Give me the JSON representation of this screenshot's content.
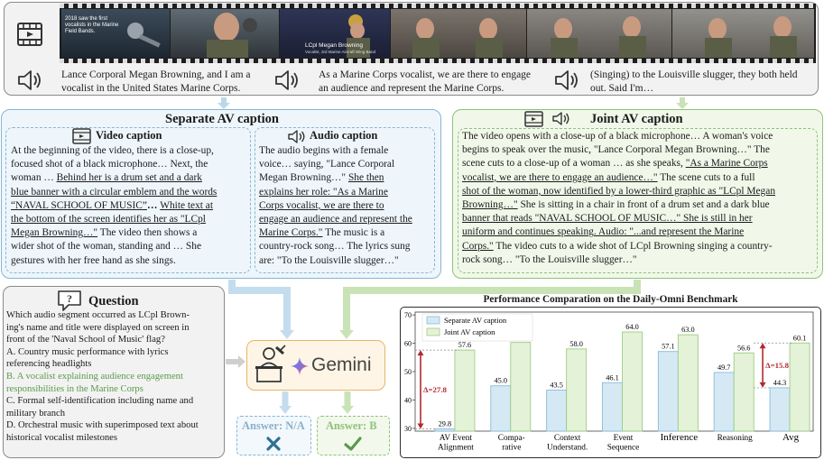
{
  "top": {
    "subtitles": [
      "Lance Corporal Megan Browning, and I am a vocalist in the United States Marine Corps.",
      "As a Marine Corps vocalist, we are there to engage an audience and represent the Marine Corps.",
      "(Singing) to the Louisville slugger, they both held out. Said I'm…"
    ],
    "frame_overlay_1": "2018 saw the first vocalists in the Marine Field Bands.",
    "frame_overlay_2_name": "LCpl Megan Browning",
    "frame_overlay_2_sub": "Vocalist, 3rd Marine Aircraft Wing Band"
  },
  "separate": {
    "title": "Separate AV caption",
    "video_title": "Video caption",
    "audio_title": "Audio caption",
    "video_lines": [
      [
        {
          "t": "At the beginning of the video, there is a close-up,"
        }
      ],
      [
        {
          "t": "focused shot of a black microphone… Next, the"
        }
      ],
      [
        {
          "t": "woman … "
        },
        {
          "t": "Behind her is a drum set and a dark",
          "u": true
        }
      ],
      [
        {
          "t": "blue banner with a circular emblem and the words",
          "u": true
        }
      ],
      [
        {
          "t": "“NAVAL SCHOOL OF MUSIC”",
          "u": true
        },
        {
          "t": "… ",
          "b": true
        },
        {
          "t": "White text at",
          "u": true
        }
      ],
      [
        {
          "t": "the bottom of the screen identifies her as \"LCpl",
          "u": true
        }
      ],
      [
        {
          "t": "Megan Browning…\"",
          "u": true
        },
        {
          "t": " The video then shows a"
        }
      ],
      [
        {
          "t": "wider shot of the woman, standing and … She"
        }
      ],
      [
        {
          "t": "gestures with her free hand as she sings."
        }
      ]
    ],
    "audio_lines": [
      [
        {
          "t": "The audio begins with a female"
        }
      ],
      [
        {
          "t": "voice… saying, \"Lance Corporal"
        }
      ],
      [
        {
          "t": "Megan Browning…\" "
        },
        {
          "t": "She then",
          "u": true
        }
      ],
      [
        {
          "t": "explains her role: \"As a Marine",
          "u": true
        }
      ],
      [
        {
          "t": "Corps vocalist, we are there to",
          "u": true
        }
      ],
      [
        {
          "t": "engage an audience and represent the",
          "u": true
        }
      ],
      [
        {
          "t": "Marine Corps.\"",
          "u": true
        },
        {
          "t": " The music is a"
        }
      ],
      [
        {
          "t": "country-rock song… The lyrics sung"
        }
      ],
      [
        {
          "t": "are: \"To the Louisville slugger…\""
        }
      ]
    ]
  },
  "joint": {
    "title": "Joint AV caption",
    "lines": [
      [
        {
          "t": "The video opens with a close-up of a black microphone… A woman's voice"
        }
      ],
      [
        {
          "t": "begins to speak over the music, \"Lance Corporal Megan Browning…\" The"
        }
      ],
      [
        {
          "t": "scene cuts to a close-up of a woman … as she speaks, "
        },
        {
          "t": "\"As a Marine Corps",
          "u": true
        }
      ],
      [
        {
          "t": "vocalist, we are there to engage an audience…\"",
          "u": true
        },
        {
          "t": " The scene cuts to a full"
        }
      ],
      [
        {
          "t": "shot of the woman, now identified by a lower-third graphic as \"LCpl Megan",
          "u": true
        }
      ],
      [
        {
          "t": "Browning…\"",
          "u": true
        },
        {
          "t": " She is sitting in a chair in front of a drum set and a dark blue"
        }
      ],
      [
        {
          "t": "banner that reads \"NAVAL SCHOOL OF MUSIC…\" She is still in her",
          "u": true
        }
      ],
      [
        {
          "t": "uniform and continues speaking. Audio: \"...and represent the Marine",
          "u": true
        }
      ],
      [
        {
          "t": "Corps.\"",
          "u": true
        },
        {
          "t": " The video cuts to a wide shot of LCpl Browning singing a country-"
        }
      ],
      [
        {
          "t": "rock song… \"To the Louisville slugger…\""
        }
      ]
    ]
  },
  "question": {
    "title": "Question",
    "lines": [
      "Which audio segment occurred as LCpl Brown-",
      "ing's name and title were displayed on screen in",
      "front of the 'Naval School of Music' flag?",
      "A. Country music performance with lyrics",
      "referencing headlights",
      "B. A vocalist explaining audience engagement",
      "responsibilities in the Marine Corps",
      "C. Formal self-identification including name and",
      "military branch",
      "D. Orchestral music with superimposed text about",
      "historical vocalist milestones"
    ]
  },
  "gemini": {
    "label": "Gemini"
  },
  "answers": {
    "left": "Answer: N/A",
    "right": "Answer: B"
  },
  "colors": {
    "blue_bar": "#d5e9f5",
    "green_bar": "#e4f2d8",
    "arrow_red": "#b22a2e",
    "answer_green": "#5a9a48",
    "answer_blue": "#2f6f96"
  },
  "chart_data": {
    "type": "bar",
    "title": "Performance Comparation on the Daily-Omni Benchmark",
    "categories": [
      "AV Event\nAlignment",
      "Compa-\nrative",
      "Context\nUnderstand.",
      "Event\nSequence",
      "Inference",
      "Reasoning",
      "Avg"
    ],
    "series": [
      {
        "name": "Separate AV caption",
        "values": [
          29.8,
          45.0,
          43.5,
          46.1,
          57.1,
          49.7,
          44.3
        ]
      },
      {
        "name": "Joint AV caption",
        "values": [
          57.6,
          60.3,
          58.0,
          64.0,
          63.0,
          56.6,
          60.1
        ]
      }
    ],
    "yticks": [
      30,
      40,
      50,
      60,
      70
    ],
    "ylim": [
      29,
      71
    ],
    "annotations": [
      {
        "category": 0,
        "text": "Δ=27.8"
      },
      {
        "category": 6,
        "text": "Δ=15.8"
      }
    ],
    "legend": "top-left"
  }
}
